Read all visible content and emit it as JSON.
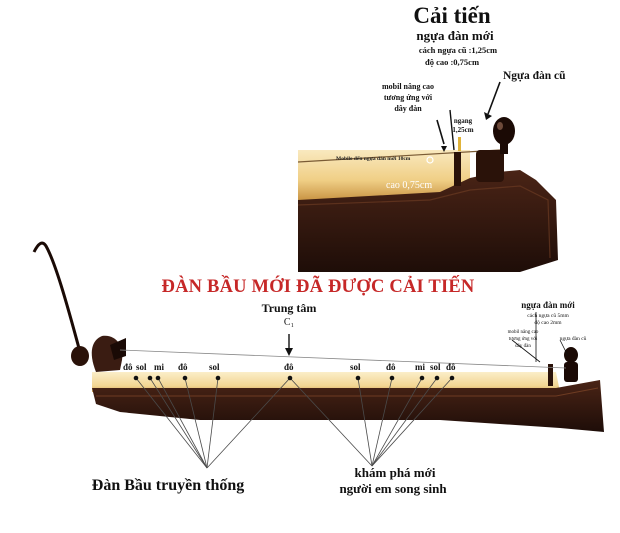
{
  "inset": {
    "heading": "Cải tiến",
    "subheading": "ngựa đàn mới",
    "spec_line1": "cách ngựa cũ :1,25cm",
    "spec_line2": "độ cao :0,75cm",
    "mobil_label": [
      "mobil nâng cao",
      "tương ứng với",
      "dây đàn"
    ],
    "ngang_label": [
      "ngang",
      "1,25cm"
    ],
    "old_bridge_label": "Ngựa đàn cũ",
    "mobile_note": "Mobile đến ngựa đàn mới 10cm",
    "height_label": "cao 0,75cm"
  },
  "main": {
    "title": "ĐÀN BẦU MỚI ĐÃ ĐƯỢC CẢI TIẾN",
    "center_label": "Trung tâm",
    "center_sub": "C₁",
    "right_label": "ngựa đàn mới",
    "right_spec1": "cách ngựa cũ 5mm",
    "right_spec2": "độ cao 2mm",
    "right_mobil": [
      "mobil nâng cao",
      "tương ứng với",
      "dây đàn"
    ],
    "right_old": "ngựa đàn cũ",
    "notes": [
      {
        "text": "đô"
      },
      {
        "text": "sol"
      },
      {
        "text": "mi"
      },
      {
        "text": "đô"
      },
      {
        "text": "sol"
      },
      {
        "text": "đô"
      },
      {
        "text": "sol"
      },
      {
        "text": "đô"
      },
      {
        "text": "mi"
      },
      {
        "text": "sol"
      },
      {
        "text": "đô"
      }
    ],
    "traditional_label": "Đàn Bầu truyền thống",
    "discovery_line1": "khám phá mới",
    "discovery_line2": "người em song sinh"
  },
  "colors": {
    "title_red": "#c62828",
    "wood_dark": "#3a1c12",
    "wood_light": "#f3d79a"
  }
}
